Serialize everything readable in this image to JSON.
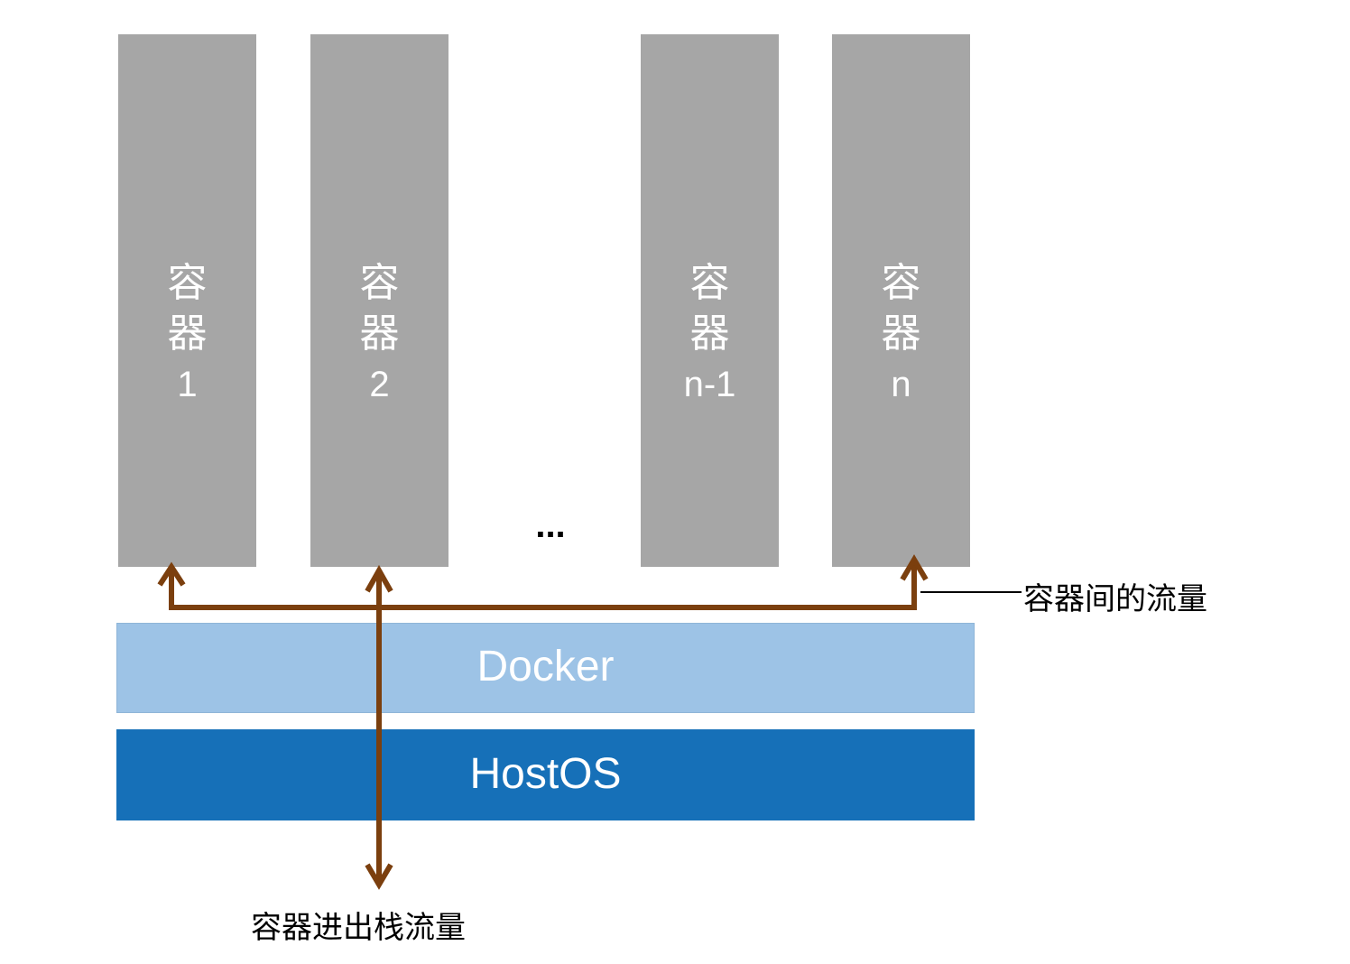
{
  "containers": [
    {
      "title": "容",
      "title2": "器",
      "num": "1"
    },
    {
      "title": "容",
      "title2": "器",
      "num": "2"
    },
    {
      "title": "容",
      "title2": "器",
      "num": "n-1"
    },
    {
      "title": "容",
      "title2": "器",
      "num": "n"
    }
  ],
  "ellipsis": "...",
  "layers": {
    "docker": "Docker",
    "hostos": "HostOS"
  },
  "labels": {
    "inter_container": "容器间的流量",
    "in_out": "容器进出栈流量"
  },
  "colors": {
    "container": "#a6a6a6",
    "docker": "#9dc3e6",
    "hostos": "#1670b8",
    "arrow": "#7b3f0e"
  }
}
